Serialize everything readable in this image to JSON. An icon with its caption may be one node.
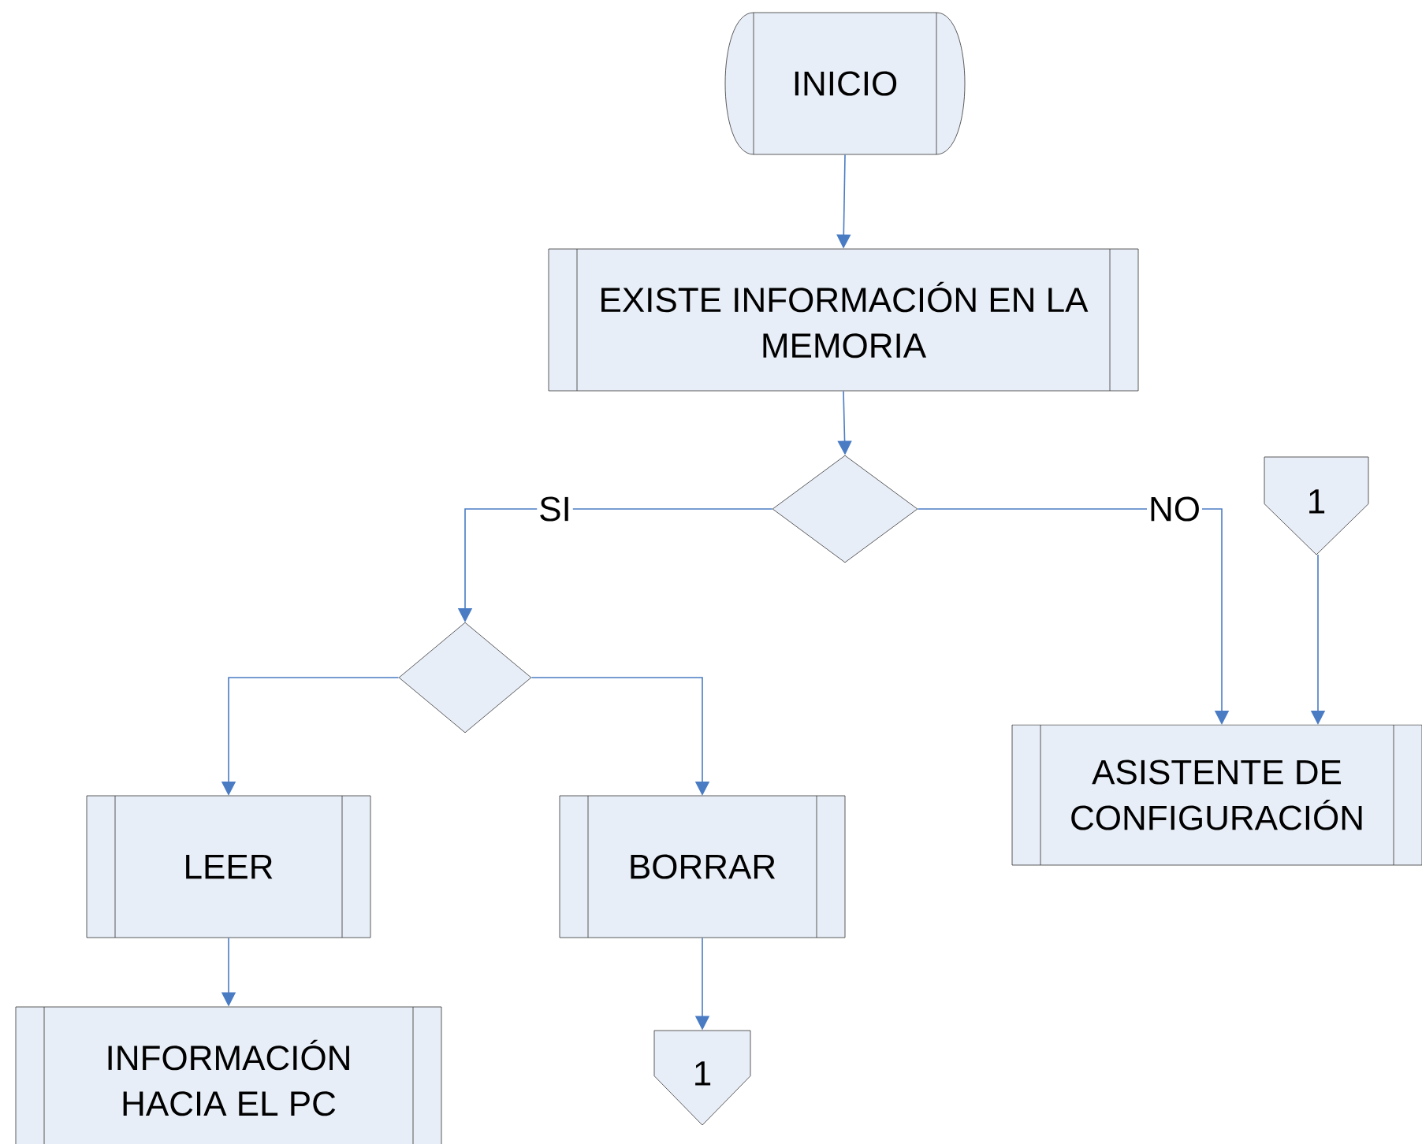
{
  "diagram": {
    "nodes": [
      {
        "text": [
          "INICIO"
        ]
      },
      {
        "text": [
          "EXISTE INFORMACIÓN EN LA MEMORIA"
        ]
      },
      {
        "text": [],
        "shape": "diamond"
      },
      {
        "text": [
          "1"
        ]
      },
      {
        "text": [],
        "shape": "diamond"
      },
      {
        "text": [
          "ASISTENTE DE CONFIGURACIÓN"
        ]
      },
      {
        "text": [
          "LEER"
        ]
      },
      {
        "text": [
          "BORRAR"
        ]
      },
      {
        "text": [
          "INFORMACIÓN HACIA EL PC"
        ]
      },
      {
        "text": [
          "1"
        ]
      }
    ],
    "edges": [
      {
        "from": 0,
        "to": 1,
        "arrow": "to"
      },
      {
        "from": 1,
        "to": 2,
        "arrow": "to"
      },
      {
        "from": 2,
        "to": 4,
        "arrow": "to",
        "label": "SI"
      },
      {
        "from": 2,
        "to": 5,
        "arrow": "to",
        "label": "NO"
      },
      {
        "from": 3,
        "to": 5,
        "arrow": "to"
      },
      {
        "from": 4,
        "to": 6,
        "arrow": "to"
      },
      {
        "from": 4,
        "to": 7,
        "arrow": "to"
      },
      {
        "from": 6,
        "to": 8,
        "arrow": "to"
      },
      {
        "from": 7,
        "to": 9,
        "arrow": "to"
      }
    ]
  }
}
